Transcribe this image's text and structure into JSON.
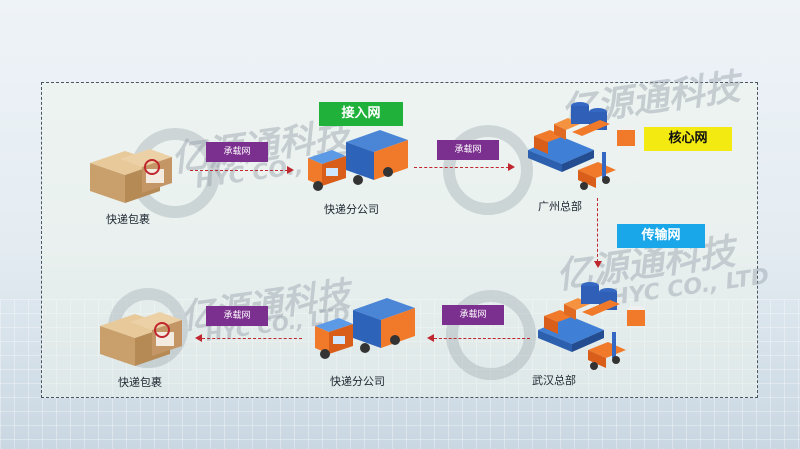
{
  "watermark": {
    "brand": "亿源通科技",
    "sub": "HYC CO., LTD"
  },
  "networks": {
    "access": "接入网",
    "core": "核心网",
    "transport": "传输网"
  },
  "carrier_label": "承载网",
  "nodes": {
    "package_top": "快递包裹",
    "branch_top": "快递分公司",
    "hq_guangzhou": "广州总部",
    "hq_wuhan": "武汉总部",
    "branch_bottom": "快递分公司",
    "package_bottom": "快递包裹"
  },
  "colors": {
    "access": "#1fb13a",
    "core": "#f2ea10",
    "transport": "#1aa7ea",
    "carrier": "#7b2f8e",
    "arrow": "#c0262d"
  }
}
